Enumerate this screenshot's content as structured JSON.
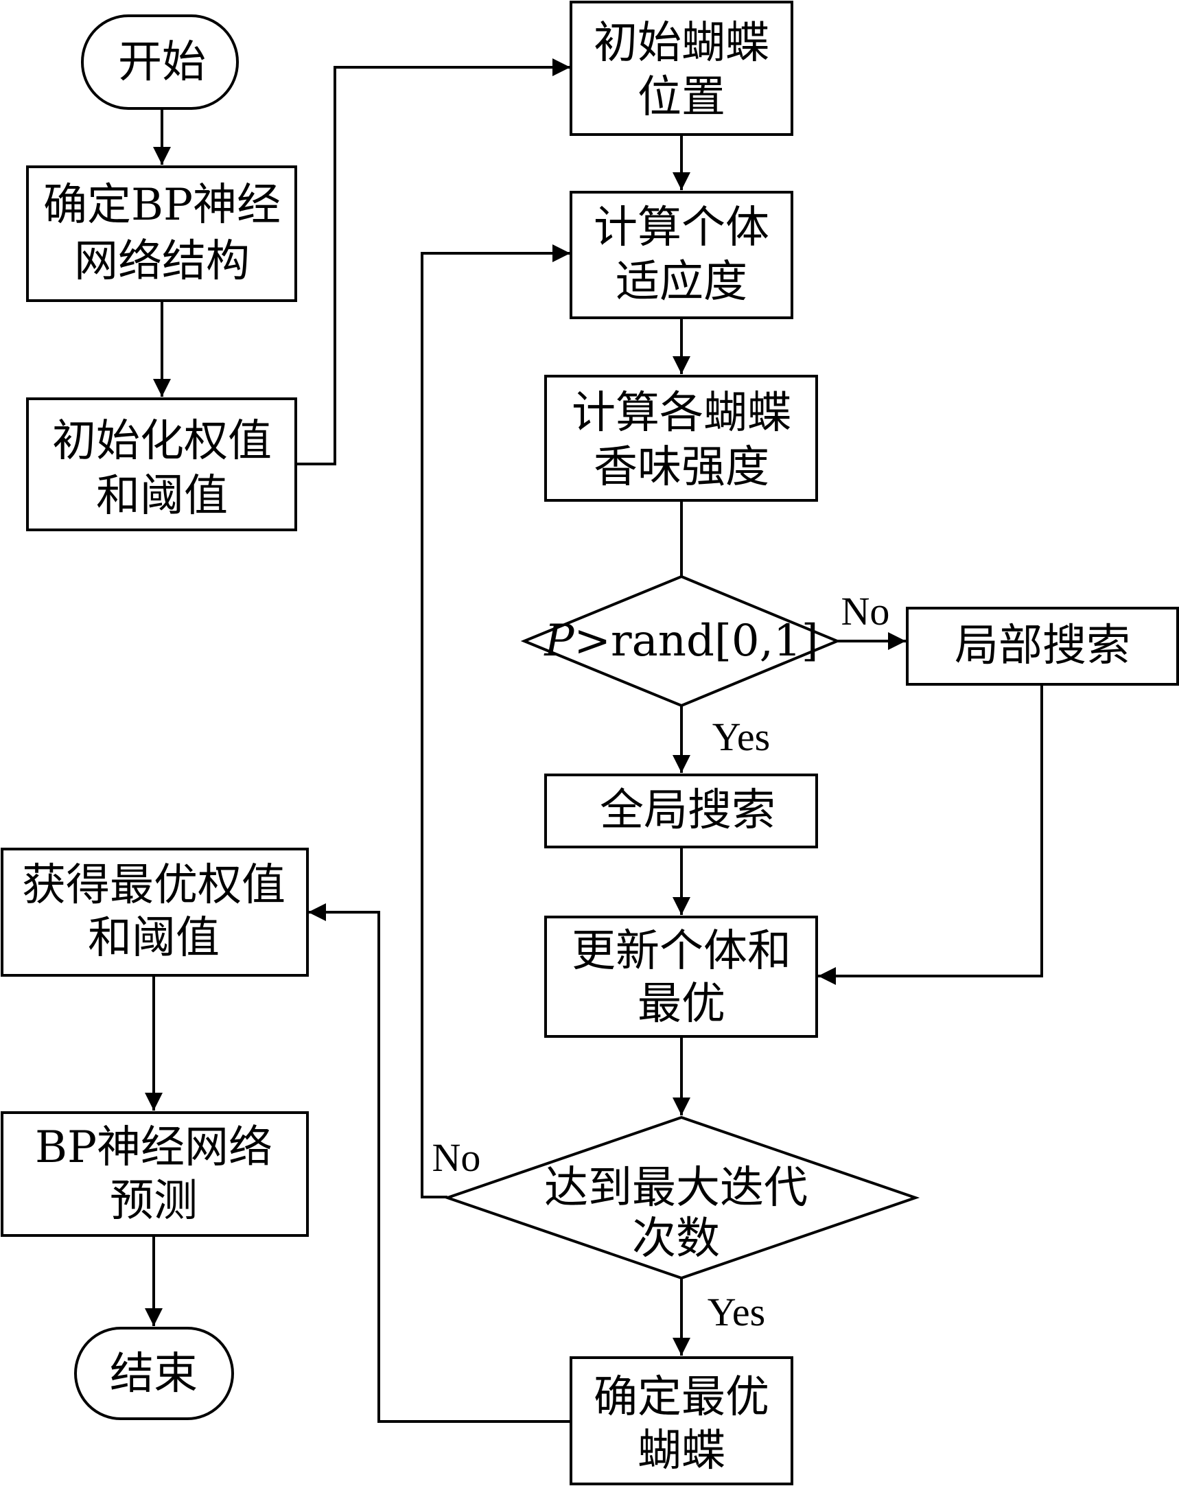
{
  "nodes": {
    "start": "开始",
    "determine_bp_1": "确定BP神经",
    "determine_bp_2": "网络结构",
    "init_weights_1": "初始化权值",
    "init_weights_2": "和阈值",
    "init_butterfly_1": "初始蝴蝶",
    "init_butterfly_2": "位置",
    "calc_fitness_1": "计算个体",
    "calc_fitness_2": "适应度",
    "calc_scent_1": "计算各蝴蝶",
    "calc_scent_2": "香味强度",
    "decision_p_italic": "P",
    "decision_p_rest": ">rand[0,1]",
    "local_search": "局部搜索",
    "global_search": "全局搜索",
    "update_1": "更新个体和",
    "update_2": "最优",
    "max_iter_1": "达到最大迭代",
    "max_iter_2": "次数",
    "best_butterfly_1": "确定最优",
    "best_butterfly_2": "蝴蝶",
    "best_weights_1": "获得最优权值",
    "best_weights_2": "和阈值",
    "bp_predict_1": "BP神经网络",
    "bp_predict_2": "预测",
    "end": "结束"
  },
  "edge_labels": {
    "p_no": "No",
    "p_yes": "Yes",
    "iter_no": "No",
    "iter_yes": "Yes"
  },
  "colors": {
    "stroke": "#000000",
    "background": "#ffffff",
    "text": "#000000"
  }
}
